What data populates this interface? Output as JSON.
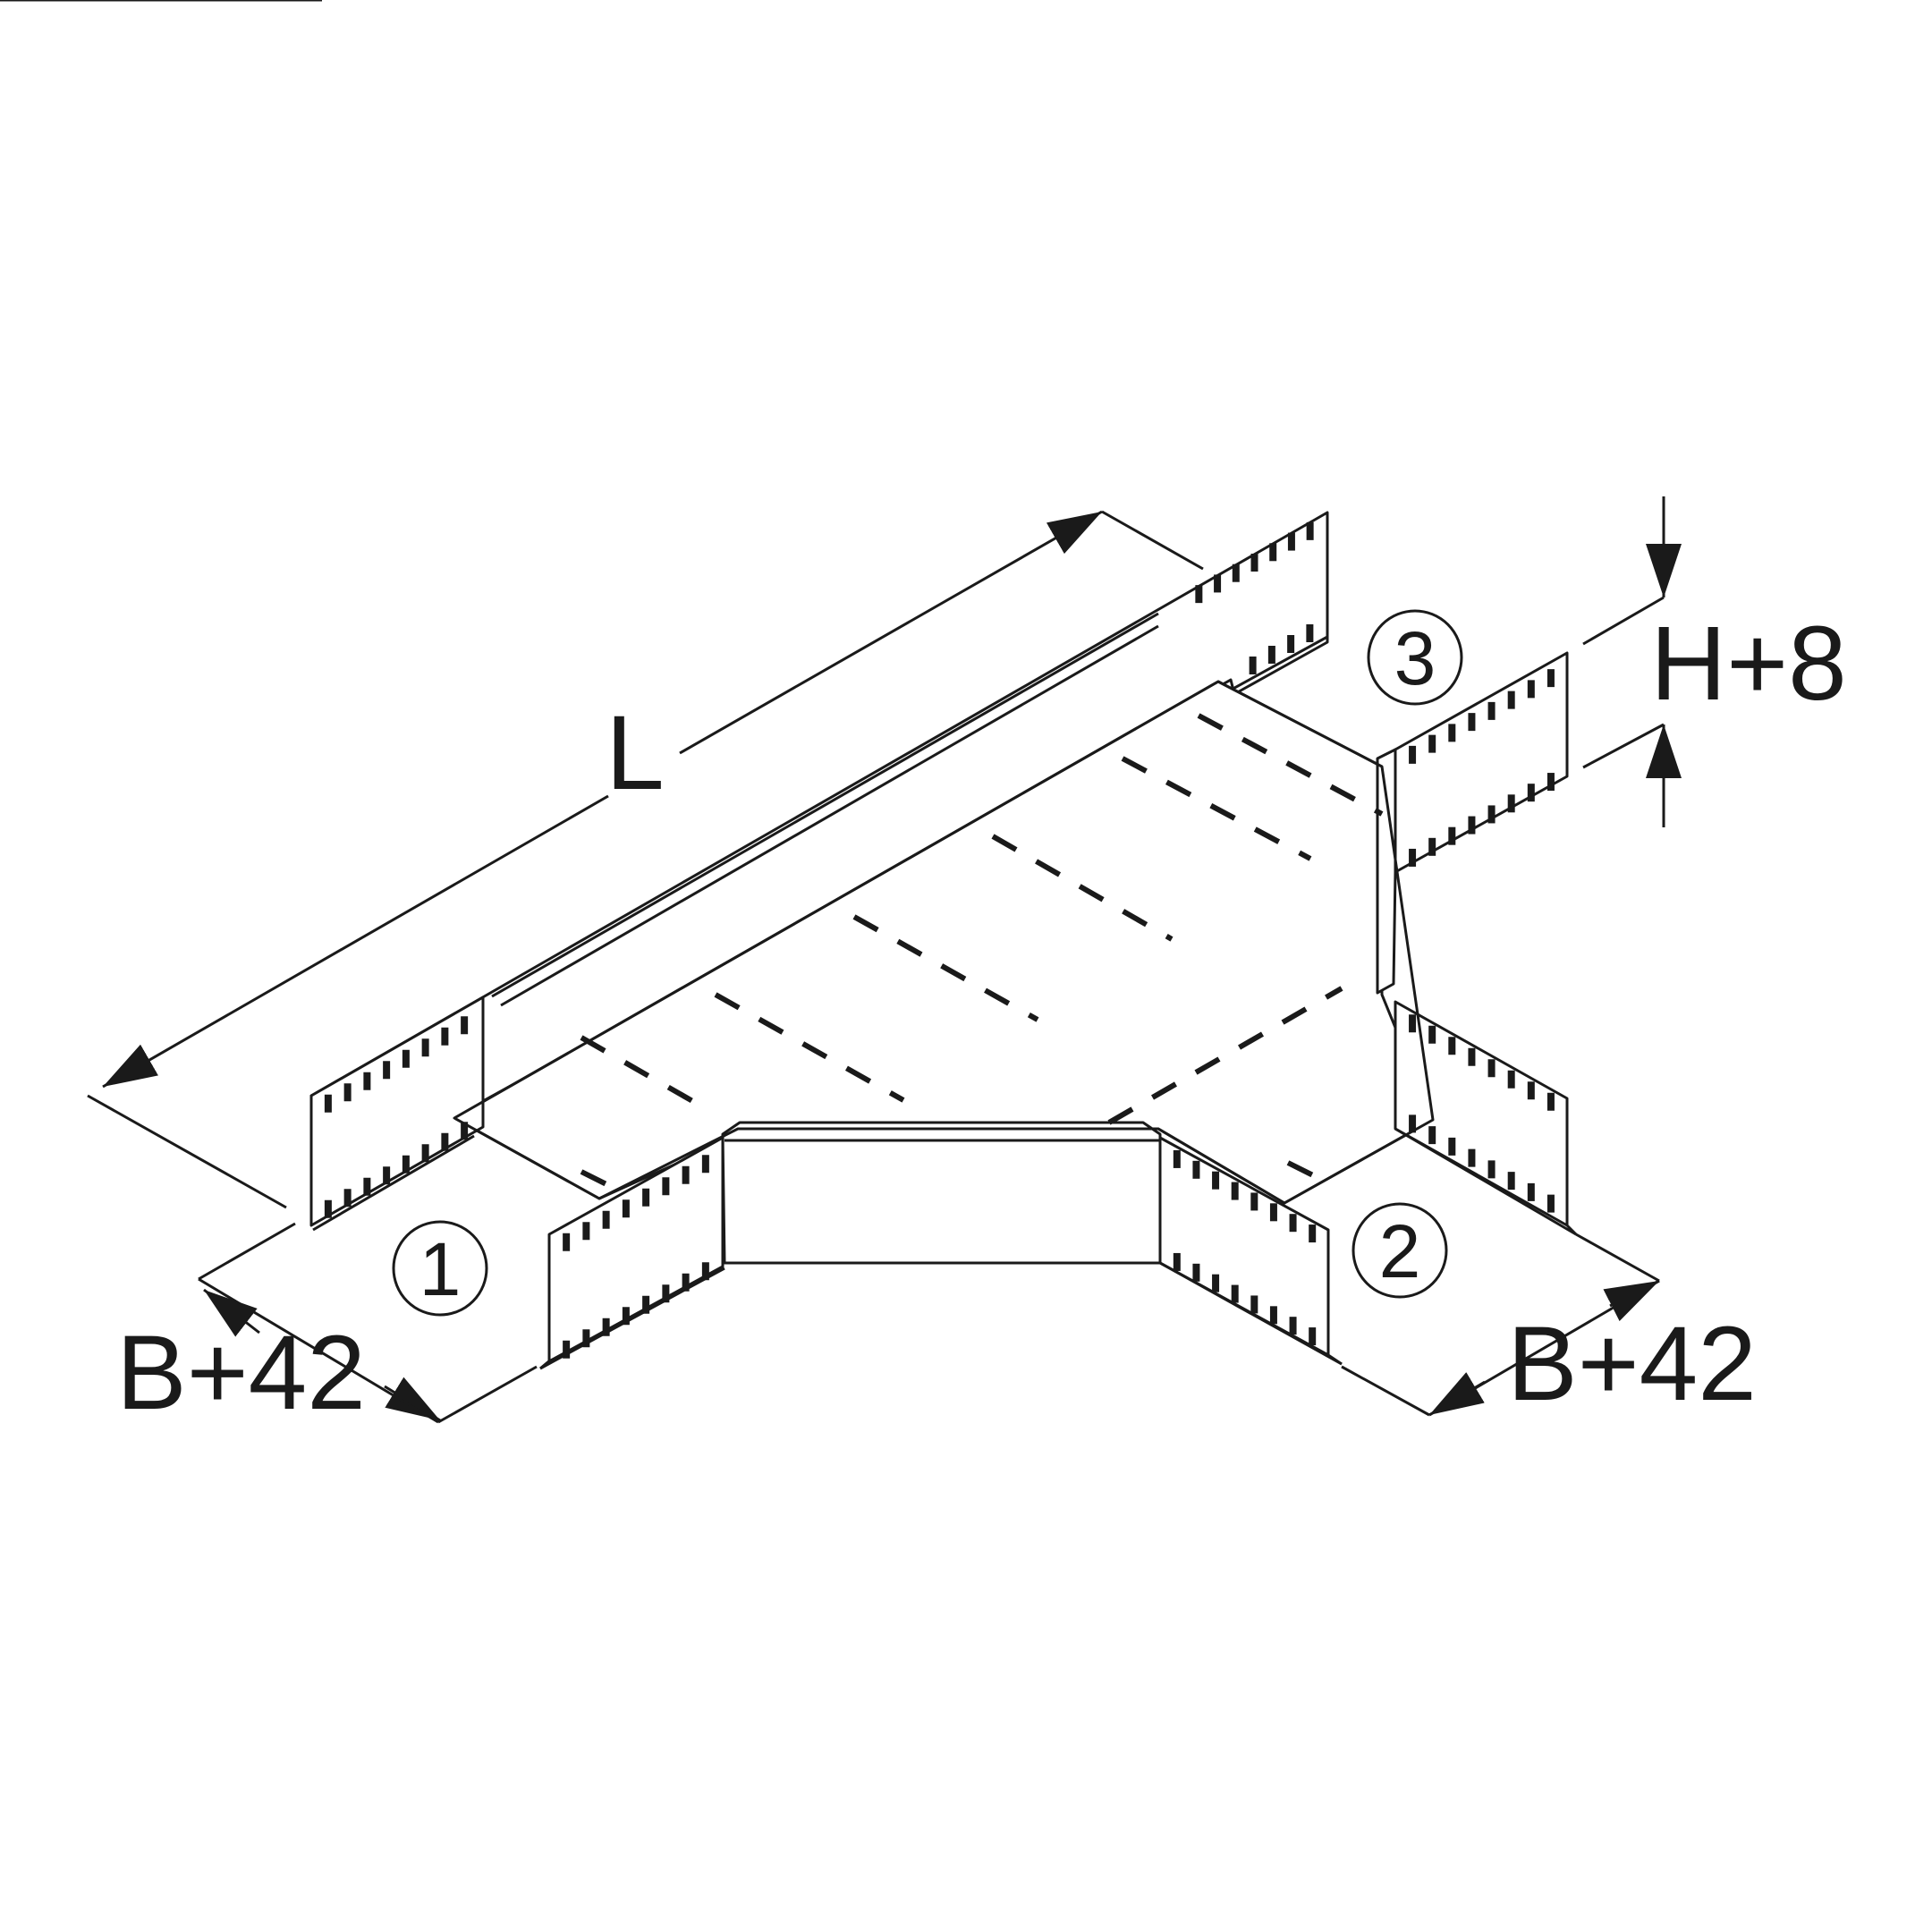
{
  "diagram": {
    "dim_length": "L",
    "dim_width_left": "B+42",
    "dim_width_right": "B+42",
    "dim_height": "H+8",
    "port_1": "1",
    "port_2": "2",
    "port_3": "3",
    "line_color": "#1a1a1a"
  }
}
